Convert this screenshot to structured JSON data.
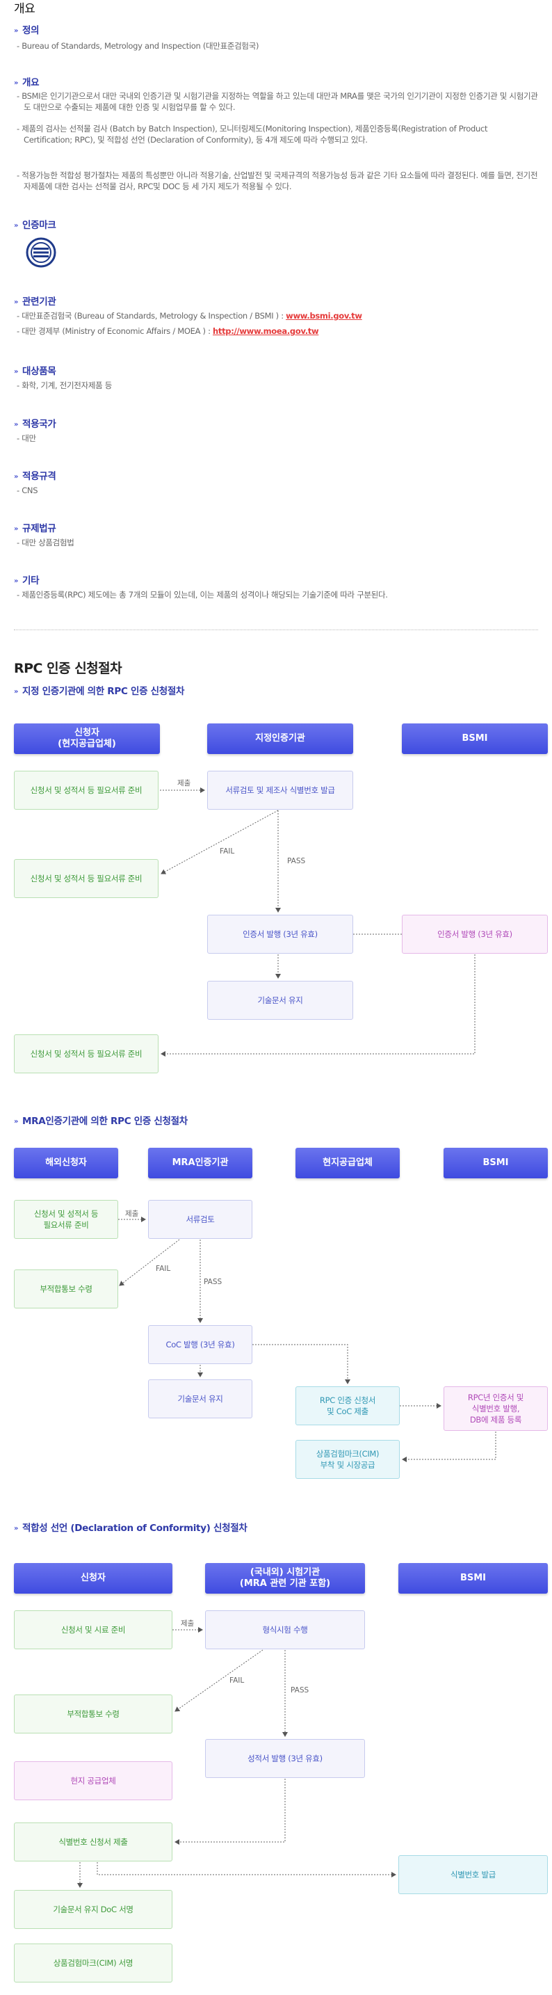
{
  "page_title": "개요",
  "sections": {
    "definition": {
      "title": "정의",
      "lines": [
        "- Bureau of Standards, Metrology and Inspection (대만표준검험국)"
      ]
    },
    "overview": {
      "title": "개요",
      "lines": [
        "- BSMI은 인기기관으로서 대만 국내외 인증기관 및 시험기관을 지정하는 역할을 하고 있는데 대만과 MRA를 맺은 국가의 인기기관이 지정한 인증기관 및 시험기관도 대만으로 수출되는 제품에 대한 인증 및 시험업무를 할 수 있다.",
        "- 제품의 검사는 선적물 검사 (Batch by Batch Inspection), 모니터링제도(Monitoring Inspection), 제품인증등록(Registration of Product Certification; RPC), 및 적합성 선언 (Declaration of Conformity), 등 4개 제도에 따라 수행되고 있다.",
        "- 적용가능한 적합성 평가절차는 제품의 특성뿐만 아니라 적용기술, 산업발전 및 국제규격의 적용가능성 등과 같은 기타 요소들에 따라 결정된다. 예를 들면, 전기전자제품에 대한 검사는 선적물 검사, RPC및 DOC 등 세 가지 제도가 적용될 수 있다."
      ]
    },
    "cert_mark": {
      "title": "인증마크"
    },
    "agencies": {
      "title": "관련기관",
      "line1_text": "- 대만표준검험국 (Bureau of Standards, Metrology & Inspection / BSMI ) : ",
      "line1_link": "www.bsmi.gov.tw",
      "line2_text": "- 대만 경제부 (Ministry of Economic Affairs / MOEA ) : ",
      "line2_link": "http://www.moea.gov.tw"
    },
    "products": {
      "title": "대상품목",
      "lines": [
        "- 화학, 기계, 전기전자제품 등"
      ]
    },
    "country": {
      "title": "적용국가",
      "lines": [
        "- 대만"
      ]
    },
    "standard": {
      "title": "적용규격",
      "lines": [
        "- CNS"
      ]
    },
    "regulation": {
      "title": "규제법규",
      "lines": [
        "- 대만 상품검험법"
      ]
    },
    "etc": {
      "title": "기타",
      "lines": [
        "- 제품인증등록(RPC) 제도에는 총 7개의 모듈이 있는데, 이는 제품의 성격이나 해당되는 기술기준에 따라 구분된다."
      ]
    }
  },
  "procedure_title": "RPC 인증 신청절차",
  "flow1": {
    "title": "지정 인증기관에 의한 RPC 인증 신청절차",
    "headers": [
      "신청자\n(현지공급업체)",
      "지정인증기관",
      "BSMI"
    ],
    "boxes": {
      "apply1": "신청서 및 성적서 등 필요서류 준비",
      "review": "서류검토 및 제조사 식별번호 발급",
      "apply2": "신청서 및 성적서 등 필요서류 준비",
      "issue": "인증서 발행 (3년 유효)",
      "bsmi_issue": "인증서 발행 (3년 유효)",
      "keep": "기술문서 유지",
      "apply3": "신청서 및 성적서 등 필요서류 준비"
    },
    "labels": {
      "submit": "제출",
      "fail": "FAIL",
      "pass": "PASS"
    }
  },
  "flow2": {
    "title": "MRA인증기관에 의한 RPC 인증 신청절차",
    "headers": [
      "해외신청자",
      "MRA인증기관",
      "현지공급업체",
      "BSMI"
    ],
    "boxes": {
      "apply": "신청서 및 성적서 등\n필요서류 준비",
      "review": "서류검토",
      "nonconform": "부적합통보 수령",
      "coc": "CoC 발행 (3년 유효)",
      "keep": "기술문서 유지",
      "rpc_apply": "RPC 인증 신청서\n및 CoC 제출",
      "bsmi_issue": "RPC년 인증서 및\n식별번호 발행,\nDB에 제품 등록",
      "cim": "상품검험마크(CIM)\n부착 및 시장공급"
    },
    "labels": {
      "submit": "제출",
      "fail": "FAIL",
      "pass": "PASS"
    }
  },
  "flow3": {
    "title": "적합성 선언 (Declaration of Conformity) 신청절차",
    "headers": [
      "신청자",
      "(국내외) 시험기관\n(MRA 관련 기관 포함)",
      "BSMI"
    ],
    "boxes": {
      "apply": "신청서 및 시료 준비",
      "test": "형식시험 수행",
      "nonconform": "부적합통보 수령",
      "report": "성적서 발행 (3년 유효)",
      "local": "현지 공급업체",
      "id_apply": "식별번호 신청서 제출",
      "id_issue": "식별번호 발급",
      "doc": "기술문서 유지 DoC 서명",
      "cim": "상품검험마크(CIM) 서명"
    },
    "labels": {
      "submit": "제출",
      "fail": "FAIL",
      "pass": "PASS"
    }
  },
  "colors": {
    "heading": "#2f3aa8",
    "header_gradient": "#3f4be0",
    "green": "#3e9a3a",
    "blue": "#4a55c8",
    "purple": "#b04ab8",
    "cyan": "#2f97b3",
    "link": "#e53a3a"
  },
  "icons": [
    "section-marker-icon",
    "bsmi-logo-icon",
    "arrow-icon"
  ]
}
